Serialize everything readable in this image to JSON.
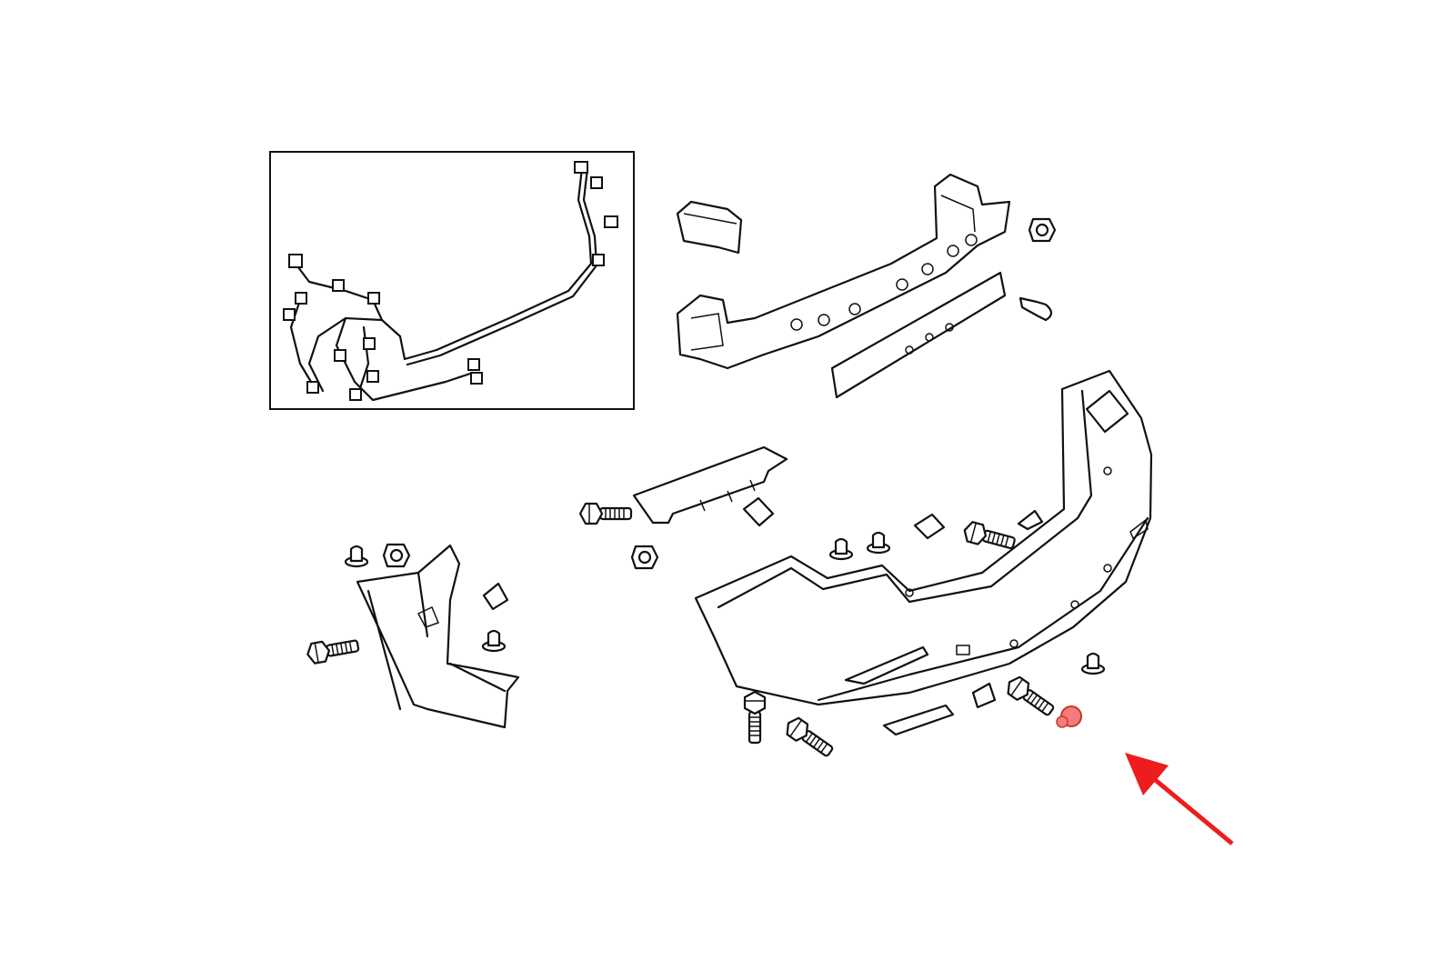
{
  "diagram": {
    "type": "exploded-parts-diagram",
    "highlight_color": "#f47c7c",
    "highlight_stroke": "#d11a1a",
    "arrow_color": "#ee1c1c",
    "line_color": "#111111",
    "background": "#ffffff",
    "parts": [
      "wiring-harness-inset",
      "bumper-bracket",
      "reinforcement-beam",
      "energy-absorber",
      "nut",
      "push-clip",
      "bumper-cover",
      "upper-retainer",
      "bolt",
      "clip",
      "side-bracket",
      "highlighted-clip"
    ]
  }
}
